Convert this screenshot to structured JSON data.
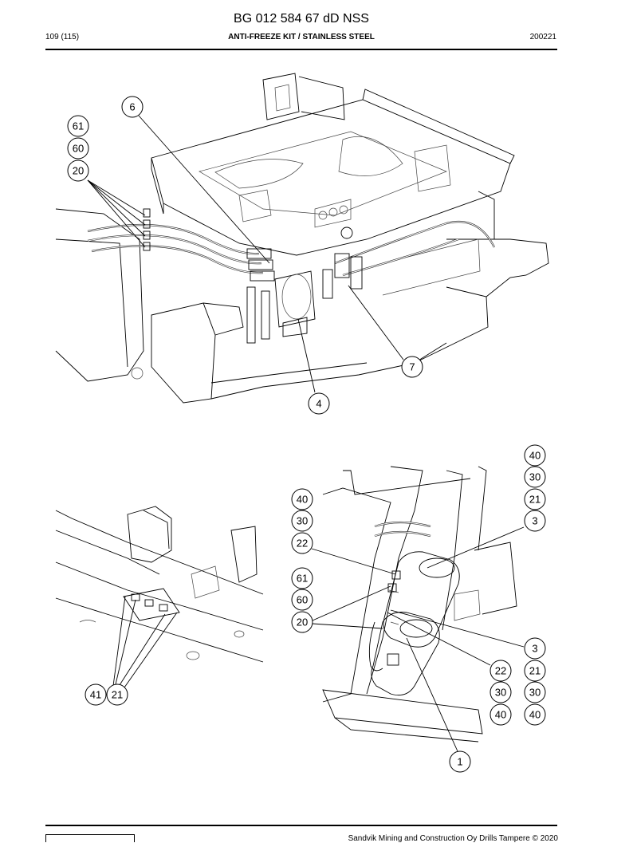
{
  "header": {
    "doc_id": "BG 012 584 67 dD NSS",
    "page": "109 (115)",
    "title": "ANTI-FREEZE KIT / STAINLESS STEEL",
    "date": "200221"
  },
  "callouts": {
    "top_6": "6",
    "top_61": "61",
    "top_60": "60",
    "top_20": "20",
    "top_7": "7",
    "top_4": "4",
    "bl_41": "41",
    "bl_21": "21",
    "br_40a": "40",
    "br_30a": "30",
    "br_21a": "21",
    "br_3a": "3",
    "br_40b": "40",
    "br_30b": "30",
    "br_22a": "22",
    "br_61": "61",
    "br_60": "60",
    "br_20": "20",
    "br_3b": "3",
    "br_22b": "22",
    "br_21b": "21",
    "br_30c": "30",
    "br_30d": "30",
    "br_40c": "40",
    "br_40d": "40",
    "br_1": "1"
  },
  "footer": {
    "copyright": "Sandvik Mining and Construction Oy Drills Tampere © 2020"
  }
}
